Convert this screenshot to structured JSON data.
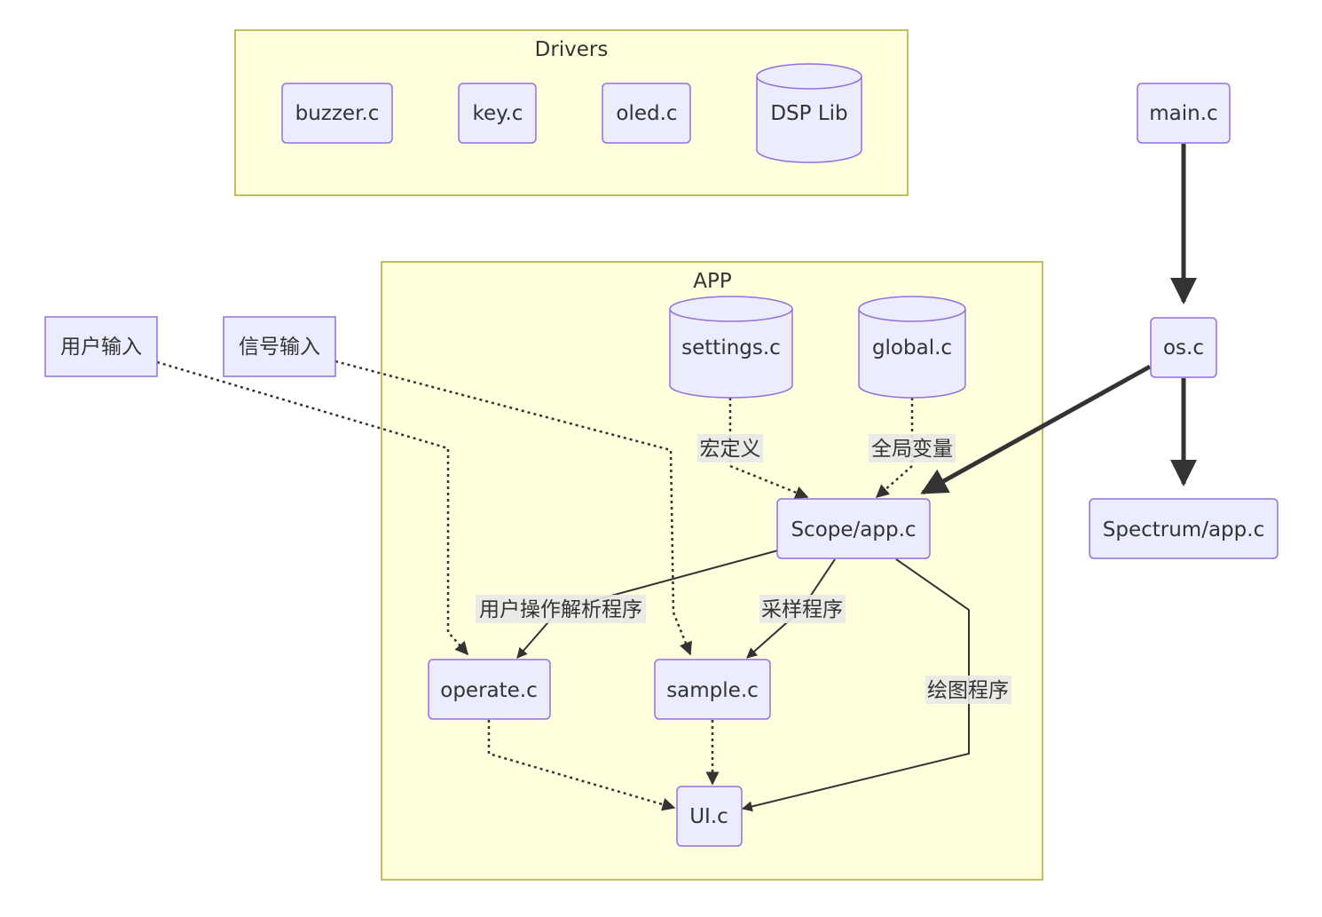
{
  "clusters": {
    "drivers": "Drivers",
    "app": "APP"
  },
  "nodes": {
    "buzzer": "buzzer.c",
    "key": "key.c",
    "oled": "oled.c",
    "dsp": "DSP Lib",
    "main": "main.c",
    "os": "os.c",
    "spectrum": "Spectrum/app.c",
    "user_input": "用户输入",
    "signal_input": "信号输入",
    "settings": "settings.c",
    "global": "global.c",
    "scope": "Scope/app.c",
    "operate": "operate.c",
    "sample": "sample.c",
    "ui": "UI.c"
  },
  "edge_labels": {
    "macro": "宏定义",
    "globals": "全局变量",
    "user_op": "用户操作解析程序",
    "sampling": "采样程序",
    "drawing": "绘图程序"
  },
  "colors": {
    "cluster_fill": "#ffffde",
    "cluster_stroke": "#aaaa33",
    "node_fill": "#ececff",
    "node_stroke": "#9370db",
    "edge": "#333333"
  }
}
